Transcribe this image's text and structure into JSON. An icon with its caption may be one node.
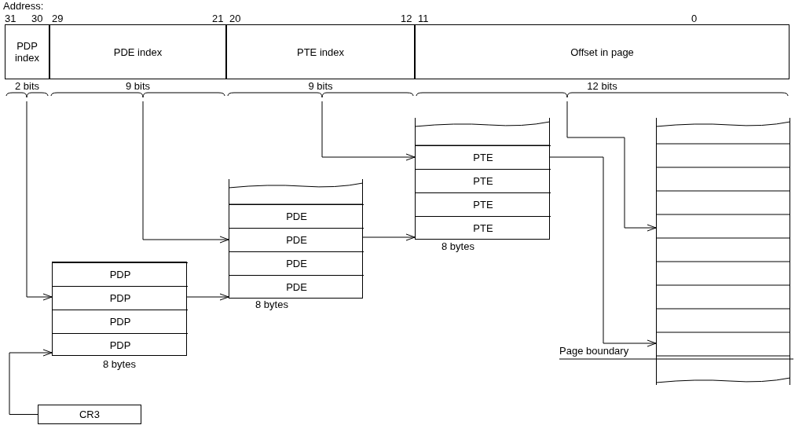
{
  "diagram": {
    "nodes": [
      {
        "text": [
          "PDP index"
        ],
        "beside": [
          "2 bits"
        ]
      },
      {
        "text": [
          "PDE index"
        ],
        "beside": [
          "9 bits"
        ]
      },
      {
        "text": [
          "PTE index"
        ],
        "beside": [
          "9 bits"
        ]
      },
      {
        "text": [
          "Offset in page"
        ],
        "beside": [
          "12 bits"
        ]
      },
      {
        "text": [],
        "shape": "box",
        "beside": [
          "8 bytes"
        ]
      },
      {
        "text": [
          "PDP"
        ],
        "in": 4
      },
      {
        "text": [
          "PDP"
        ],
        "in": 4
      },
      {
        "text": [
          "PDP"
        ],
        "in": 4
      },
      {
        "text": [
          "PDP"
        ],
        "in": 4
      },
      {
        "text": [],
        "shape": "box",
        "beside": [
          "8 bytes"
        ]
      },
      {
        "text": [
          "PDE"
        ],
        "in": 9
      },
      {
        "text": [
          "PDE"
        ],
        "in": 9
      },
      {
        "text": [
          "PDE"
        ],
        "in": 9
      },
      {
        "text": [
          "PDE"
        ],
        "in": 9
      },
      {
        "text": [],
        "shape": "box",
        "beside": [
          "8 bytes"
        ]
      },
      {
        "text": [
          "PTE"
        ],
        "in": 14
      },
      {
        "text": [
          "PTE"
        ],
        "in": 14
      },
      {
        "text": [
          "PTE"
        ],
        "in": 14
      },
      {
        "text": [
          "PTE"
        ],
        "in": 14
      },
      {
        "text": [],
        "shape": "box"
      },
      {
        "text": [
          "CR3"
        ]
      }
    ],
    "edges": [
      {
        "from": 0,
        "to": 6,
        "arrow": "to"
      },
      {
        "from": 1,
        "to": 11,
        "arrow": "to"
      },
      {
        "from": 2,
        "to": 15,
        "arrow": "to"
      },
      {
        "from": 3,
        "to": 19,
        "arrow": "to"
      },
      {
        "from": 6,
        "to": 9,
        "arrow": "to"
      },
      {
        "from": 11,
        "to": 14,
        "arrow": "to"
      },
      {
        "from": 15,
        "to": 19,
        "arrow": "to"
      },
      {
        "from": 20,
        "to": 4,
        "arrow": "to"
      }
    ],
    "labels": [
      "Address:",
      "31",
      "30",
      "29",
      "21",
      "20",
      "12",
      "11",
      "0",
      "Page boundary"
    ]
  }
}
